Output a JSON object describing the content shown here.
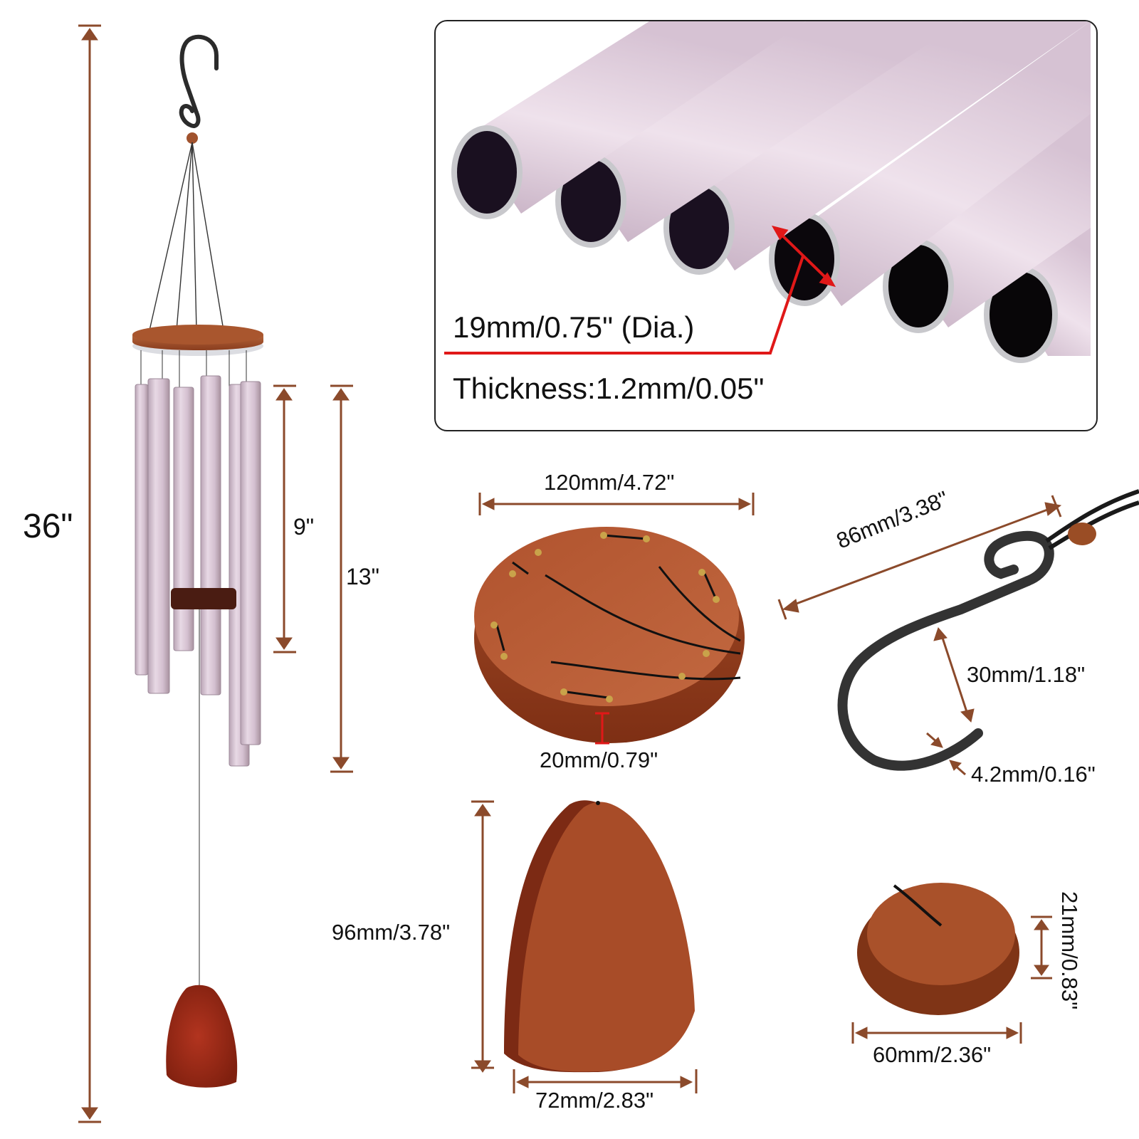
{
  "product": "Wind chime with aluminum tubes, wooden ring, S-hook, sail and striker",
  "colors": {
    "dimension_line": "#8b4a2b",
    "highlight_line": "#e01818",
    "wood": "#9c4a25",
    "wood_light": "#b5663a",
    "tube": "#d7c3d2",
    "tube_dark": "#a58fa2",
    "hook": "#2f2f2f",
    "text": "#111111",
    "panel_border": "#222222"
  },
  "overall": {
    "total_length_label": "36\"",
    "short_tube_label": "9\"",
    "long_tube_label": "13\""
  },
  "tube_panel": {
    "diameter_label": "19mm/0.75\" (Dia.)",
    "thickness_label": "Thickness:1.2mm/0.05\"",
    "tube_count": 6
  },
  "ring": {
    "diameter_label": "120mm/4.72\"",
    "thickness_label": "20mm/0.79\""
  },
  "hook": {
    "length_label": "86mm/3.38\"",
    "opening_label": "30mm/1.18\"",
    "wire_label": "4.2mm/0.16\""
  },
  "sail": {
    "height_label": "96mm/3.78\"",
    "width_label": "72mm/2.83\""
  },
  "striker": {
    "width_label": "60mm/2.36\"",
    "height_label": "21mm/0.83\""
  }
}
